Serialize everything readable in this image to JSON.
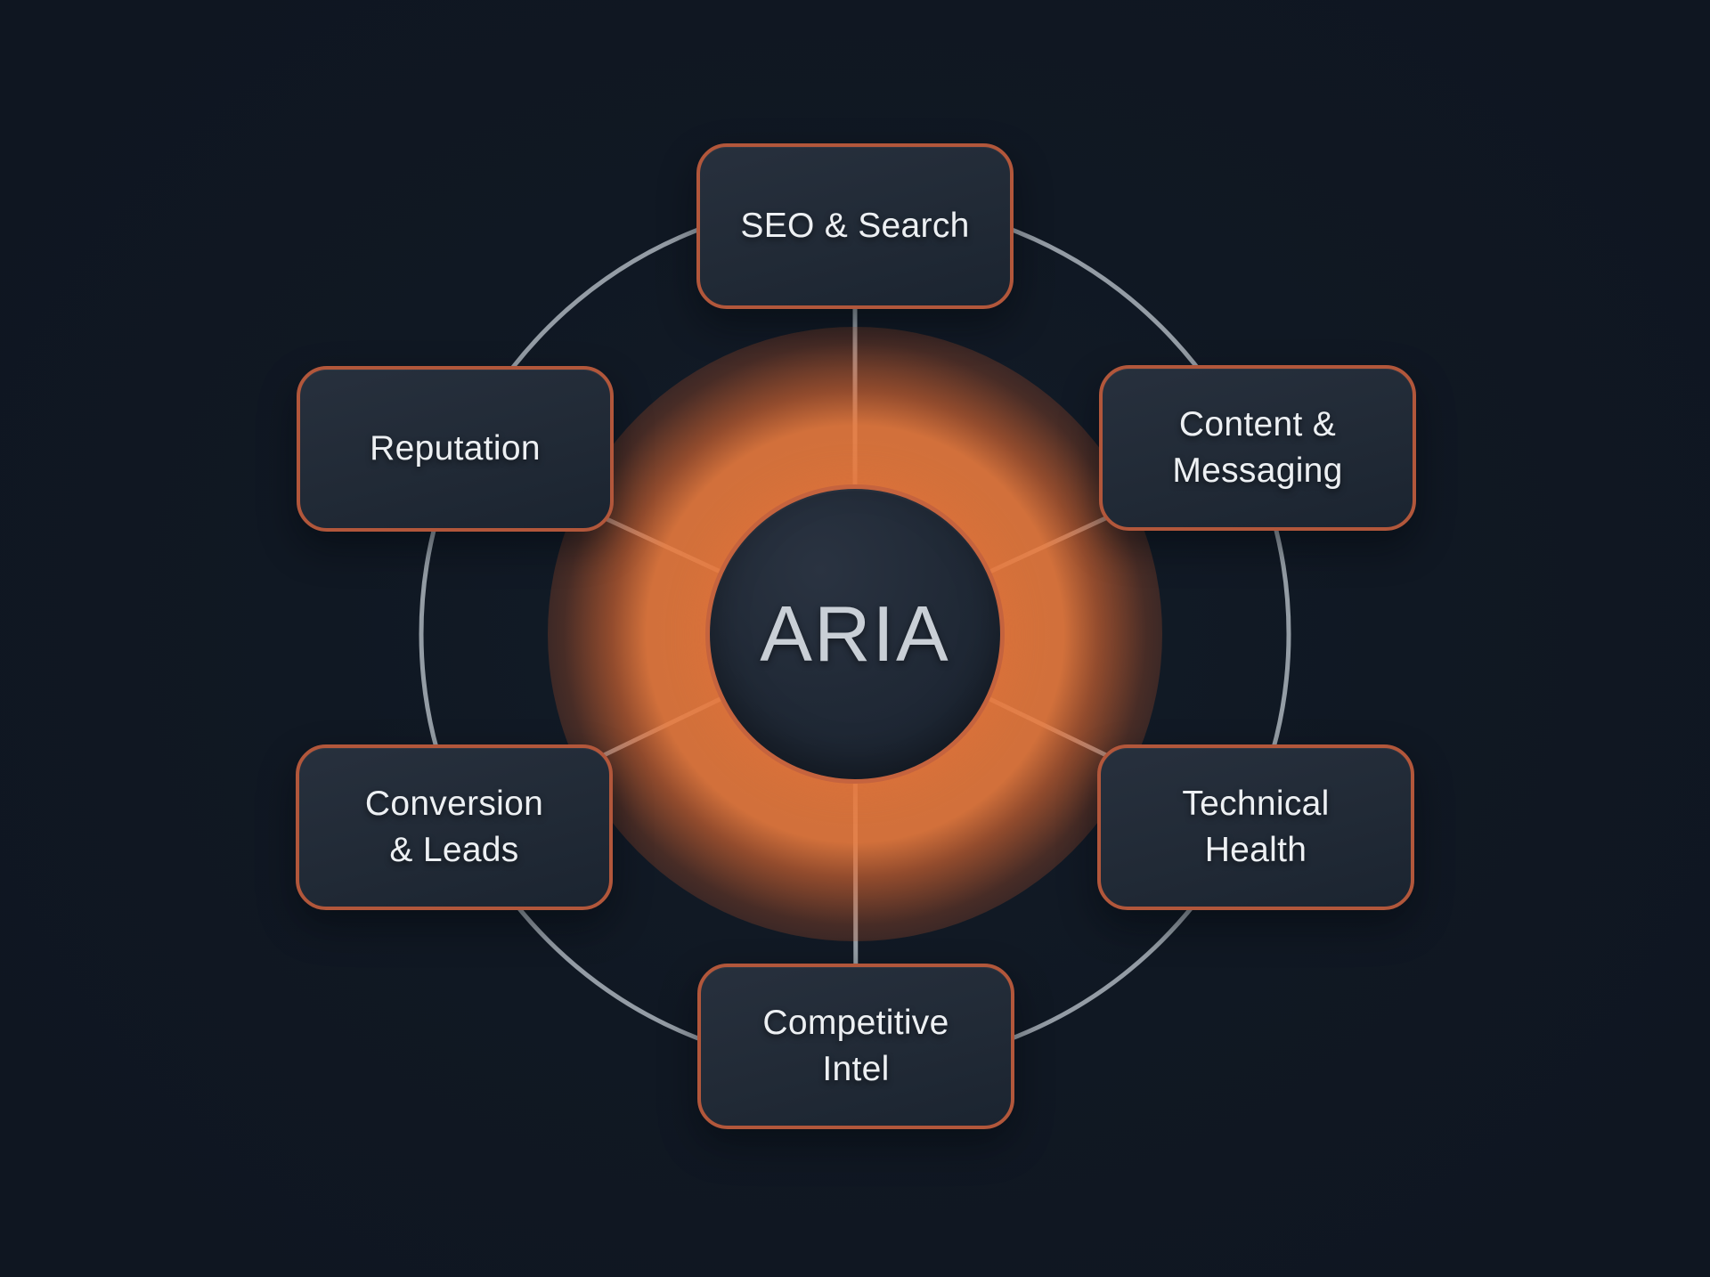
{
  "diagram": {
    "center": {
      "label": "ARIA"
    },
    "nodes": [
      {
        "name": "seo-search",
        "lines": [
          "SEO & Search"
        ]
      },
      {
        "name": "content-messaging",
        "lines": [
          "Content &",
          "Messaging"
        ]
      },
      {
        "name": "technical-health",
        "lines": [
          "Technical",
          "Health"
        ]
      },
      {
        "name": "competitive-intel",
        "lines": [
          "Competitive",
          "Intel"
        ]
      },
      {
        "name": "conversion-leads",
        "lines": [
          "Conversion",
          "& Leads"
        ]
      },
      {
        "name": "reputation",
        "lines": [
          "Reputation"
        ]
      }
    ],
    "colors": {
      "background": "#0e151f",
      "node_fill": "#212a36",
      "node_border": "#b2573b",
      "hub_border": "#c5633e",
      "connector": "#9fa8b1",
      "node_text": "#edf0f3",
      "hub_text": "#c9cfd6",
      "glow": "#e06f38"
    }
  }
}
